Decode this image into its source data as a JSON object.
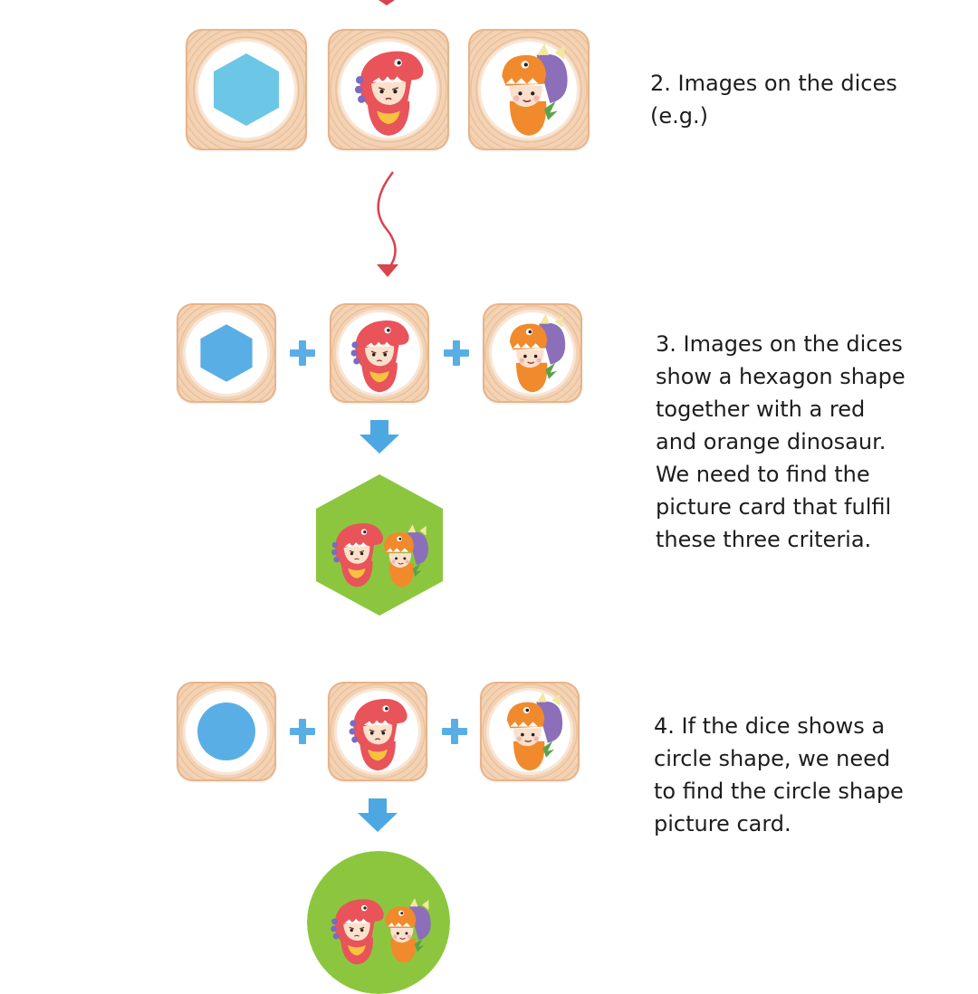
{
  "steps": [
    {
      "id": "2",
      "text": "2. Images on the dices\n(e.g.)"
    },
    {
      "id": "3",
      "text": "3. Images on the dices\nshow a hexagon shape\ntogether with a red\nand orange dinosaur.\nWe need to find the\npicture card that fulfil\nthese three criteria."
    },
    {
      "id": "4",
      "text": "4. If the dice shows a\ncircle shape, we need\nto find the circle shape\npicture card."
    }
  ],
  "colors": {
    "shape_blue": "#5fb6e8",
    "arrow_blue": "#4da7e2",
    "plus_blue": "#5aaee6",
    "arrow_red": "#d9434b",
    "card_green": "#8cc63f",
    "red_dino": "#e8545a",
    "orange_dino": "#f08a2c",
    "purple_spikes": "#8b6fb8"
  },
  "icons": [
    "hexagon-shape-icon",
    "circle-shape-icon",
    "red-dinosaur-costume-icon",
    "orange-dinosaur-costume-icon",
    "plus-icon",
    "down-arrow-icon"
  ]
}
